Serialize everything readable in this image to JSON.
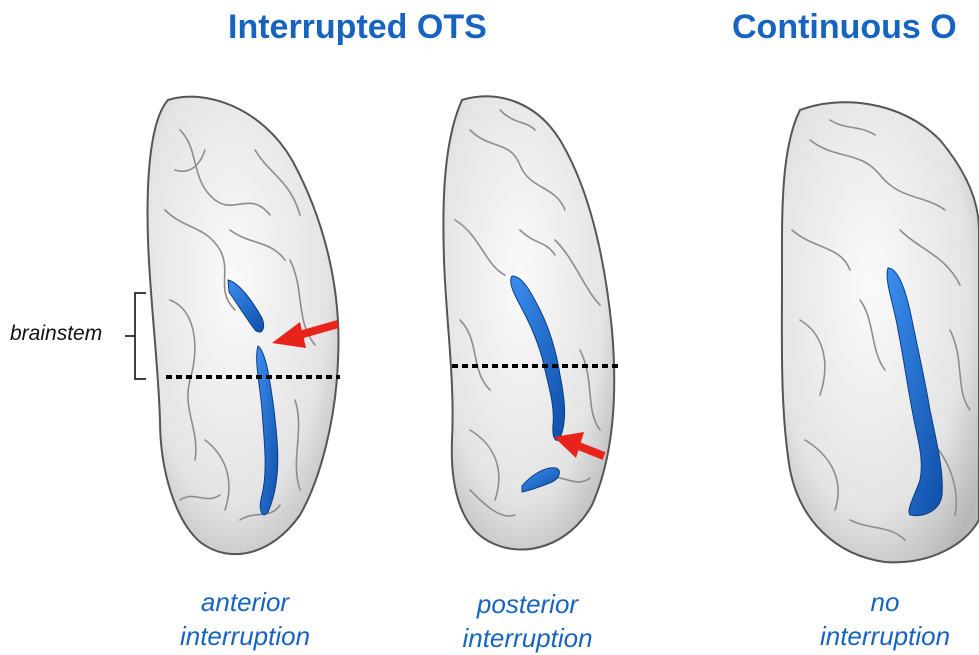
{
  "titles": {
    "left": "Interrupted OTS",
    "right": "Continuous O"
  },
  "annotation": {
    "brainstem": "brainstem"
  },
  "panels": [
    {
      "caption_line1": "anterior",
      "caption_line2": "interruption"
    },
    {
      "caption_line1": "posterior",
      "caption_line2": "interruption"
    },
    {
      "caption_line1": "no",
      "caption_line2": "interruption"
    }
  ],
  "colors": {
    "title": "#1764c0",
    "sulcus": "#1f6fd1",
    "arrow": "#e8231c",
    "cortex": "#ececec"
  }
}
